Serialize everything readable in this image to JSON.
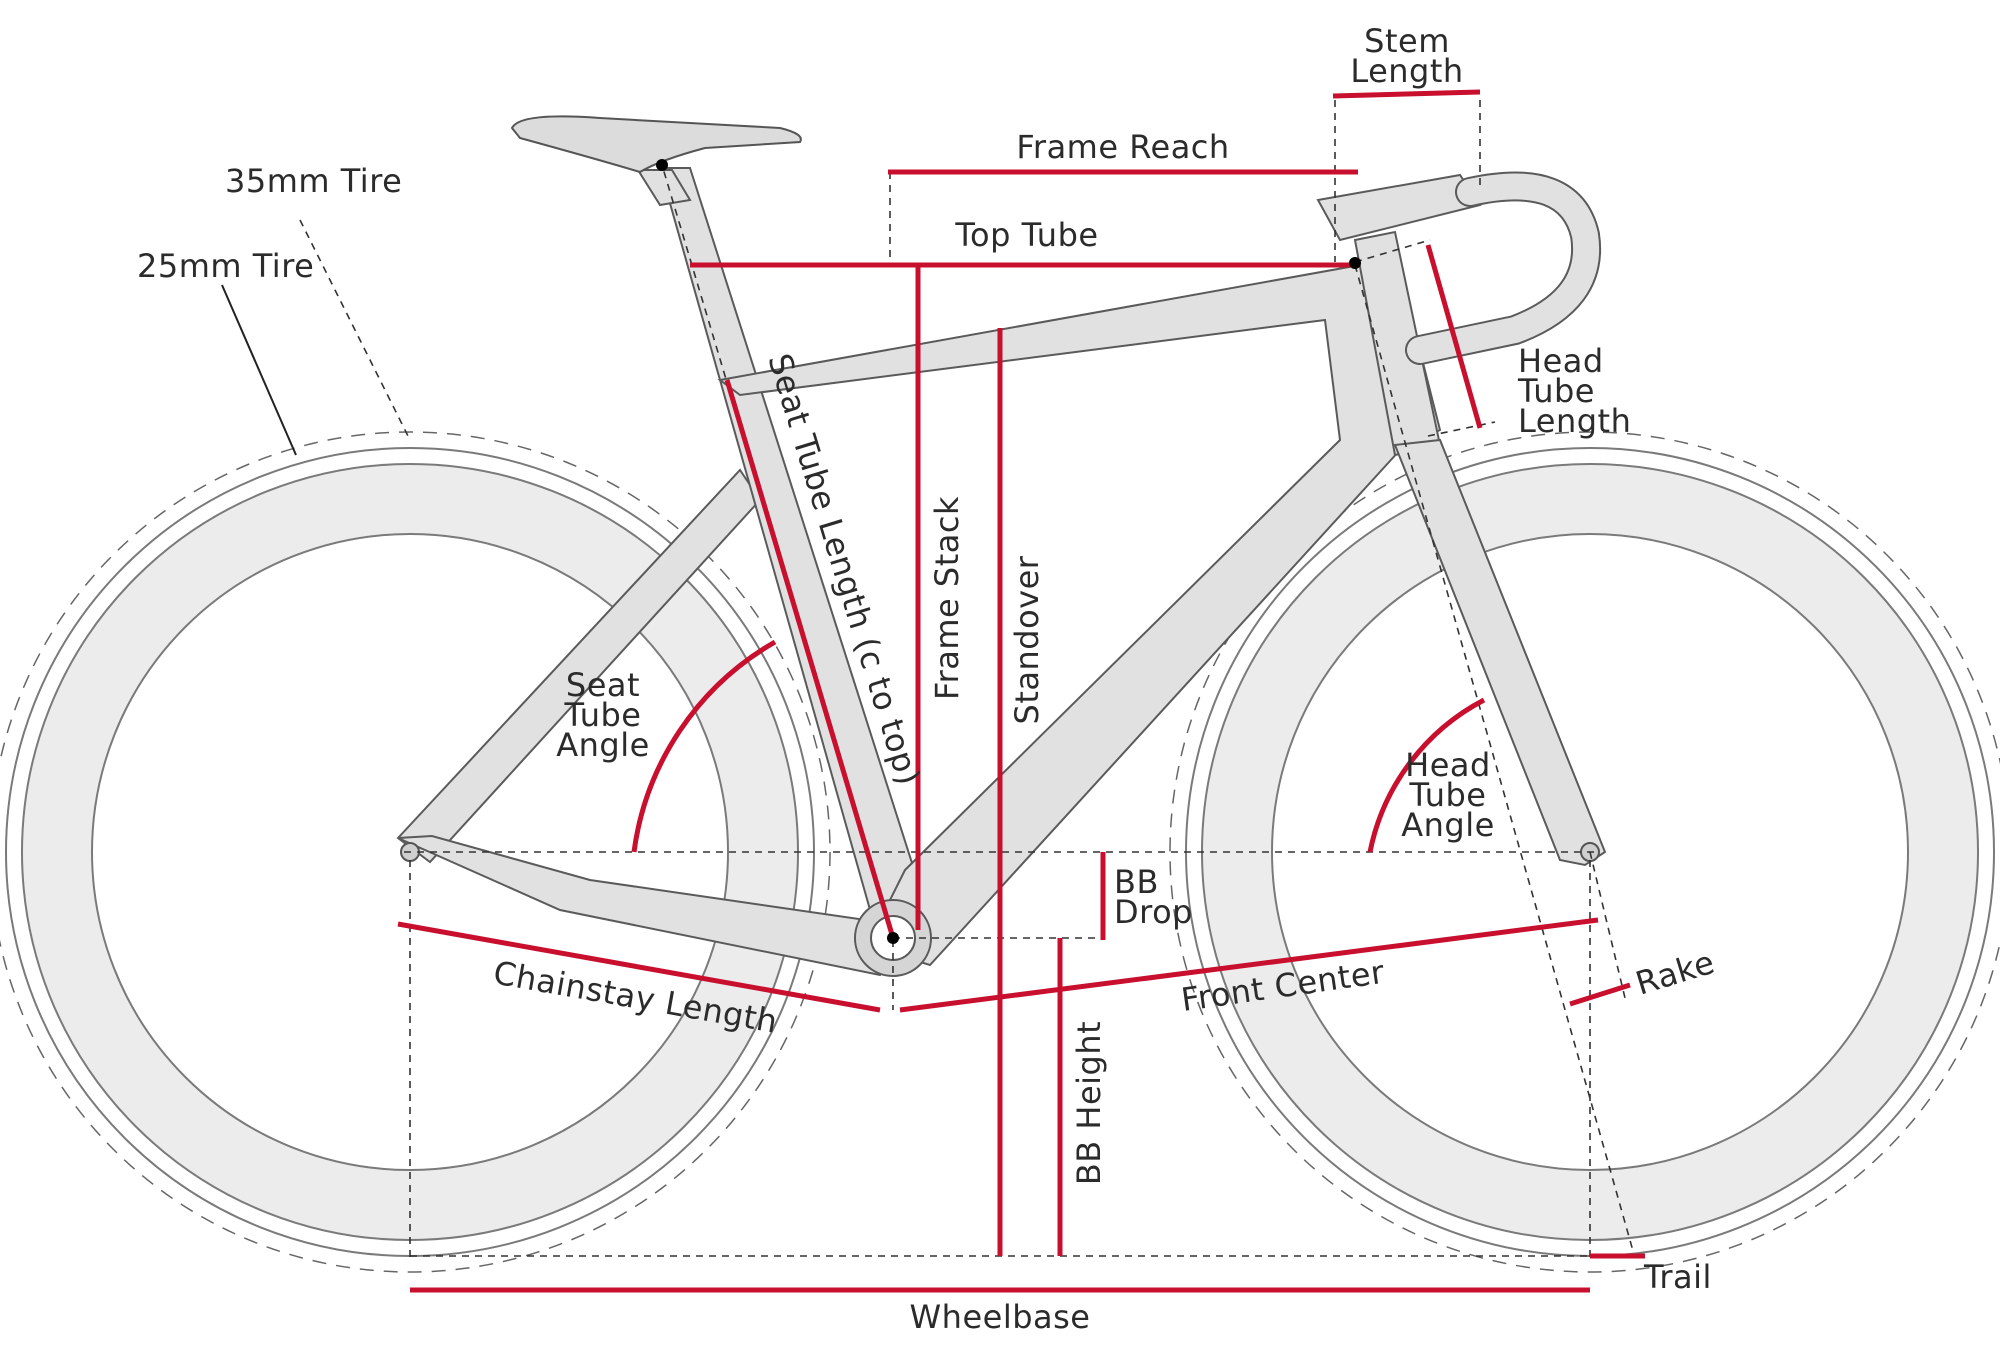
{
  "labels": {
    "stem_length_1": "Stem",
    "stem_length_2": "Length",
    "frame_reach": "Frame Reach",
    "top_tube": "Top Tube",
    "tire_35": "35mm Tire",
    "tire_25": "25mm Tire",
    "head_tube_length_1": "Head",
    "head_tube_length_2": "Tube",
    "head_tube_length_3": "Length",
    "seat_tube_length": "Seat Tube Length (c to top)",
    "frame_stack": "Frame Stack",
    "standover": "Standover",
    "seat_tube_angle_1": "Seat",
    "seat_tube_angle_2": "Tube",
    "seat_tube_angle_3": "Angle",
    "head_tube_angle_1": "Head",
    "head_tube_angle_2": "Tube",
    "head_tube_angle_3": "Angle",
    "bb_drop_1": "BB",
    "bb_drop_2": "Drop",
    "chainstay_length": "Chainstay Length",
    "front_center": "Front Center",
    "rake": "Rake",
    "bb_height": "BB Height",
    "trail": "Trail",
    "wheelbase": "Wheelbase"
  },
  "colors": {
    "measurement_lines": "#c8102e",
    "frame_fill": "#e1e1e1",
    "text": "#2b2b2b"
  }
}
